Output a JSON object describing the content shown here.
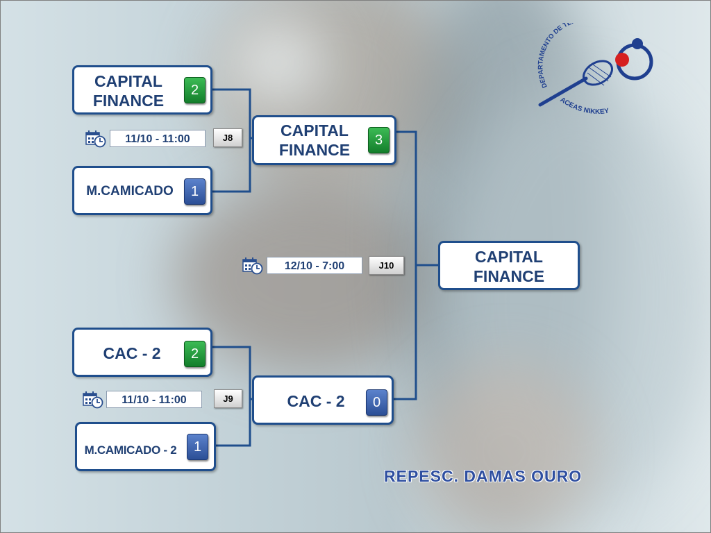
{
  "title": "REPESC. DAMAS OURO",
  "logo": {
    "top_text": "DEPARTAMENTO DE TÊNIS",
    "bottom_text": "ACEAS NIKKEY"
  },
  "matches": {
    "j8": {
      "label": "J8",
      "date": "11/10 - 11:00",
      "team1": {
        "line1": "CAPITAL",
        "line2": "FINANCE",
        "score": "2"
      },
      "team2": {
        "name": "M.CAMICADO",
        "score": "1"
      }
    },
    "j9": {
      "label": "J9",
      "date": "11/10 - 11:00",
      "team1": {
        "name": "CAC  - 2",
        "score": "2"
      },
      "team2": {
        "name": "M.CAMICADO - 2",
        "score": "1"
      }
    },
    "j10": {
      "label": "J10",
      "date": "12/10 - 7:00",
      "team1": {
        "line1": "CAPITAL",
        "line2": "FINANCE",
        "score": "3"
      },
      "team2": {
        "name": "CAC - 2",
        "score": "0"
      }
    }
  },
  "winner": {
    "line1": "CAPITAL",
    "line2": "FINANCE"
  },
  "colors": {
    "border": "#1f4e8c",
    "text": "#1f3f73",
    "win_score": "#1e9c3a",
    "lose_score": "#3f65b0",
    "title": "#2f4fa0"
  }
}
